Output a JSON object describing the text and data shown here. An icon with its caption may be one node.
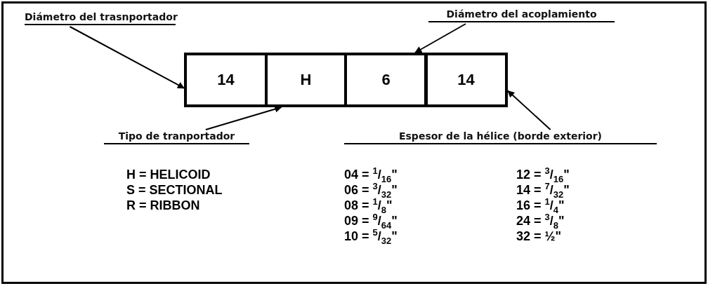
{
  "diagram": {
    "nodes": [
      {
        "text": [
          "Diámetro del trasnportador"
        ]
      },
      {
        "text": [
          "Diámetro del acoplamiento"
        ]
      },
      {
        "text": [
          "14"
        ]
      },
      {
        "text": [
          "H"
        ]
      },
      {
        "text": [
          "6"
        ]
      },
      {
        "text": [
          "14"
        ]
      },
      {
        "text": [
          "Tipo de tranportador"
        ]
      },
      {
        "text": [
          "Espesor de la hélice (borde exterior)"
        ]
      }
    ],
    "edges": [
      {
        "from": 0,
        "to": 2,
        "arrow": "to"
      },
      {
        "from": 1,
        "to": 4,
        "arrow": "to"
      },
      {
        "from": 6,
        "to": 3,
        "arrow": "to"
      },
      {
        "from": 7,
        "to": 5,
        "arrow": "to"
      }
    ],
    "labels": [
      "H = HELICOID",
      "04 = $^{1}$/$_{16}$\"",
      "12 = $^{3}$/$_{16}$\"",
      "S = SECTIONAL",
      "06 = $^{3}$/$_{32}$\"",
      "14 = $^{7}$/$_{32}$\"",
      "R = RIBBON",
      "08 = $^{1}$/$_{8}$\"",
      "16 = $^{1}$/$_{4}$\"",
      "09 = $^{9}$/$_{64}$\"",
      "24 = $^{3}$/$_{8}$\"",
      "10 = $^{5}$/$_{32}$\"",
      "32 = ½\""
    ]
  }
}
